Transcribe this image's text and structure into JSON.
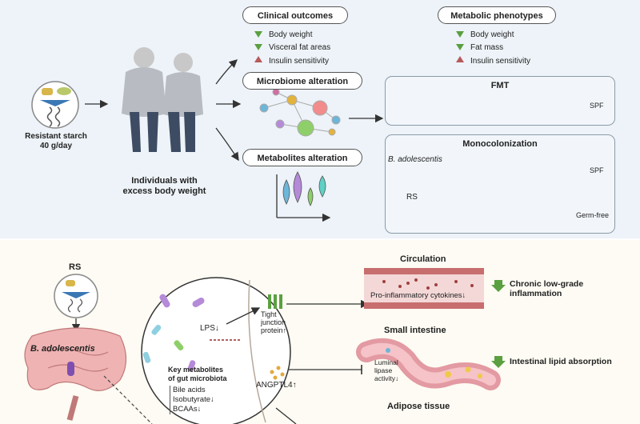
{
  "intervention": {
    "line1": "Resistant starch",
    "line2": "40 g/day"
  },
  "participants": {
    "line1": "Individuals with",
    "line2": "excess body weight"
  },
  "clinical_outcomes": {
    "title": "Clinical outcomes",
    "items": [
      {
        "dir": "down",
        "text": "Body weight"
      },
      {
        "dir": "down",
        "text": "Visceral fat areas"
      },
      {
        "dir": "up",
        "text": "Insulin sensitivity"
      }
    ]
  },
  "metabolic_phenotypes": {
    "title": "Metabolic phenotypes",
    "items": [
      {
        "dir": "down",
        "text": "Body weight"
      },
      {
        "dir": "down",
        "text": "Fat mass"
      },
      {
        "dir": "up",
        "text": "Insulin sensitivity"
      }
    ]
  },
  "microbiome": {
    "title": "Microbiome alteration"
  },
  "metabolites": {
    "title": "Metabolites alteration"
  },
  "fmt": {
    "title": "FMT",
    "end_label": "SPF"
  },
  "monocolonization": {
    "title": "Monocolonization",
    "species": "B. adolescentis",
    "spf_label": "SPF",
    "rs_label": "RS",
    "gf_label": "Germ-free"
  },
  "mechanism": {
    "rs_label": "RS",
    "species": "B. adolescentis",
    "lps": "LPS↓",
    "tight_junction": {
      "line1": "Tight",
      "line2": "junction",
      "line3": "protein↑"
    },
    "key_metabolites": {
      "line1": "Key metabolites",
      "line2": "of gut microbiota"
    },
    "metabolite_list": [
      "Bile acids",
      "Isobutyrate↓",
      "BCAAs↓"
    ],
    "angptl4": "ANGPTL4↑",
    "circulation": {
      "title": "Circulation",
      "cytokines": "Pro-inflammatory cytokines↓"
    },
    "small_intestine": {
      "title": "Small intestine",
      "line1": "Luminal",
      "line2": "lipase",
      "line3": "activity↓"
    },
    "adipose": {
      "title": "Adipose tissue"
    },
    "outcomes": [
      {
        "dir": "down",
        "line1": "Chronic low-grade",
        "line2": "inflammation"
      },
      {
        "dir": "down",
        "line1": "Intestinal lipid absorption",
        "line2": ""
      }
    ]
  },
  "colors": {
    "down_arrow": "#5aa040",
    "up_arrow": "#b85a5a",
    "top_background": "#edf3f8",
    "bottom_background": "#fdfbf3",
    "circulation_vessel": "#d98a8a",
    "intestine": "#e39aa2"
  }
}
